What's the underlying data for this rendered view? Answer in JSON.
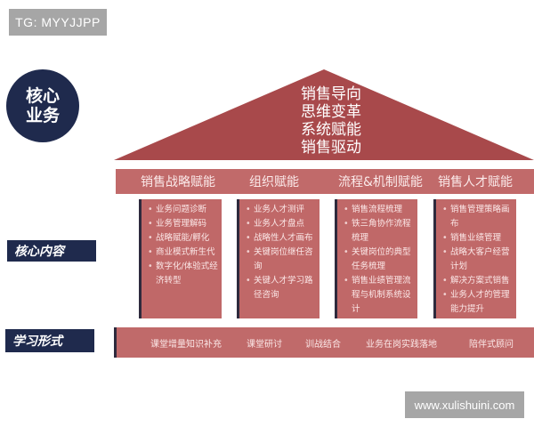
{
  "watermarks": {
    "top": "TG: MYYJJPP",
    "bottom": "www.xulishuini.com"
  },
  "core_business": {
    "line1": "核心",
    "line2": "业务"
  },
  "roof": {
    "lines": [
      "销售导向",
      "思维变革",
      "系统赋能",
      "销售驱动"
    ],
    "color": "#a8494b"
  },
  "pillars": [
    {
      "title": "销售战略赋能",
      "items": [
        "业务问题诊断",
        "业务管理解码",
        "战略赋能/孵化",
        "商业模式新生代",
        "数字化/体验式经济转型"
      ]
    },
    {
      "title": "组织赋能",
      "items": [
        "业务人才测评",
        "业务人才盘点",
        "战略性人才画布",
        "关键岗位继任咨询",
        "关键人才学习路径咨询"
      ]
    },
    {
      "title": "流程&机制赋能",
      "items": [
        "销售流程梳理",
        "铁三角协作流程梳理",
        "关键岗位的典型任务梳理",
        "销售业绩管理流程与机制系统设计"
      ]
    },
    {
      "title": "销售人才赋能",
      "items": [
        "销售管理策略画布",
        "销售业绩管理",
        "战略大客户经营计划",
        "解决方案式销售",
        "业务人才的管理能力提升"
      ]
    }
  ],
  "labels": {
    "core_content": "核心内容",
    "learning_forms": "学习形式"
  },
  "learning_forms": [
    "课堂增量知识补充",
    "课堂研讨",
    "训战结合",
    "业务在岗实践落地",
    "陪伴式顾问"
  ],
  "colors": {
    "navy": "#1f2a4d",
    "pillar_red": "#c06868",
    "roof_red": "#a8494b",
    "watermark_gray": "#a6a6a6"
  }
}
